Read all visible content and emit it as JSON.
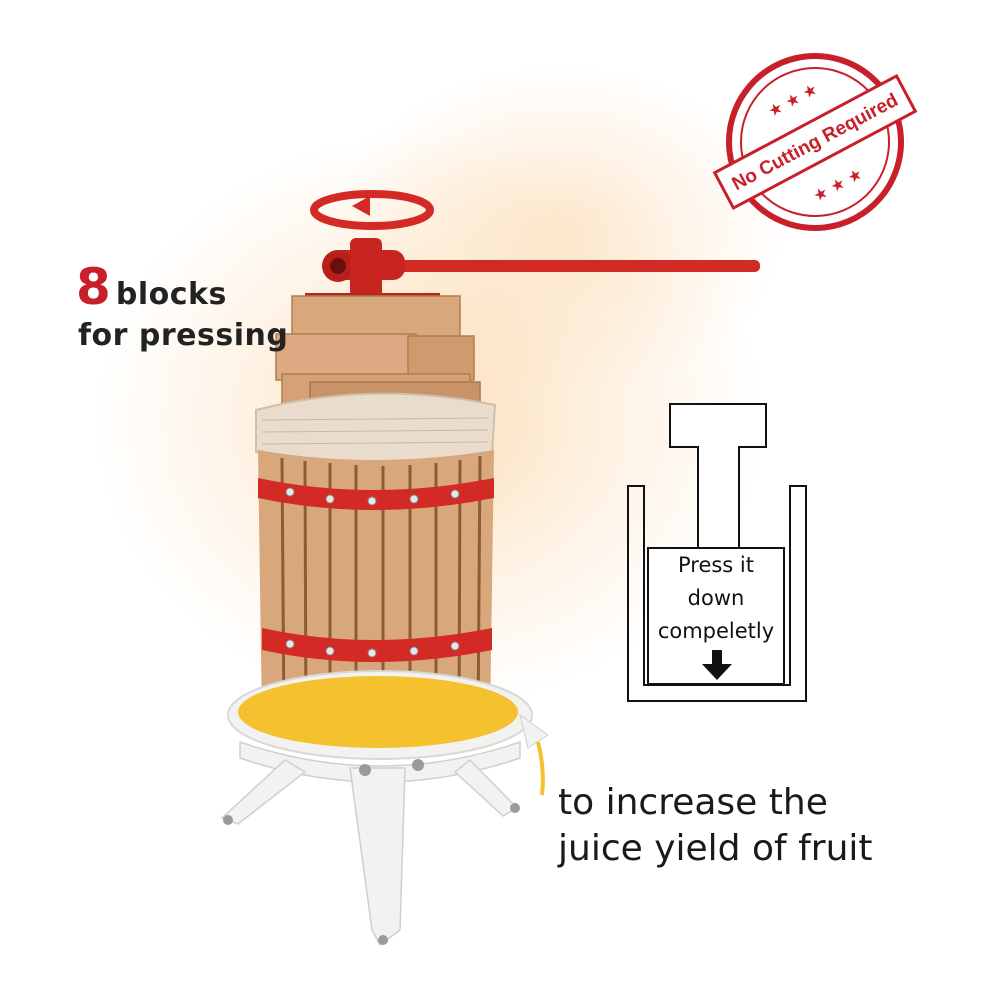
{
  "left_caption": {
    "number": "8",
    "word": "blocks",
    "line2": "for pressing"
  },
  "stamp": {
    "text": "No Cutting Required"
  },
  "diagram": {
    "line1": "Press it",
    "line2": "down",
    "line3": "compeletly"
  },
  "bottom_caption": {
    "line1": "to increase the",
    "line2": "juice yield of fruit"
  },
  "colors": {
    "accent_red": "#c8202a",
    "wood": "#d9a77c",
    "steel": "#f2f2f0",
    "juice": "#f6c12e"
  }
}
